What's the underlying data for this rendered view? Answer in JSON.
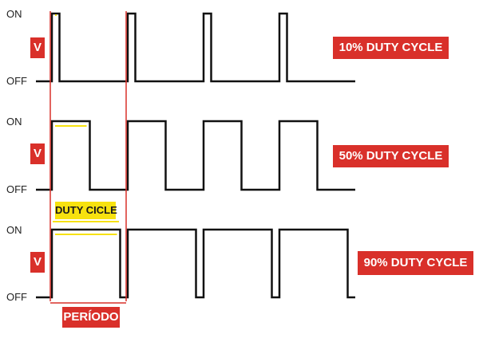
{
  "levels": {
    "on": "ON",
    "off": "OFF"
  },
  "voltage_label": "V",
  "waves": [
    {
      "label": "10% DUTY CYCLE",
      "duty_cycle_percent": 10
    },
    {
      "label": "50% DUTY CYCLE",
      "duty_cycle_percent": 50
    },
    {
      "label": "90% DUTY CYCLE",
      "duty_cycle_percent": 90
    }
  ],
  "annotations": {
    "duty_label": "DUTY CICLE",
    "period_label": "PERÍODO"
  },
  "colors": {
    "signal": "#111111",
    "accent_red": "#d9302a",
    "highlight_yellow": "#f7e20f",
    "background": "#ffffff"
  }
}
